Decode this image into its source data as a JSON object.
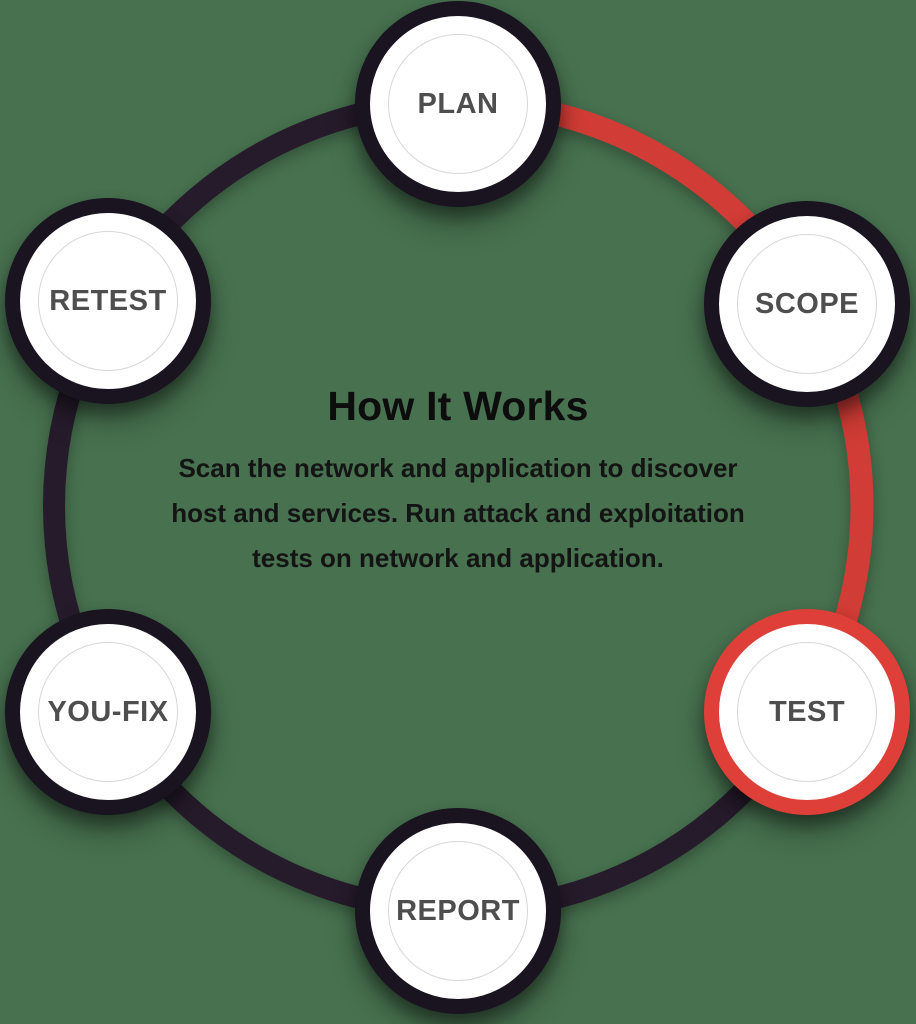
{
  "diagram": {
    "center_text": {
      "title": "How It Works",
      "description": "Scan the network and application to discover host and services. Run attack and exploitation tests on network and application."
    },
    "nodes": [
      {
        "label": "PLAN",
        "state": "default"
      },
      {
        "label": "SCOPE",
        "state": "default"
      },
      {
        "label": "TEST",
        "state": "active"
      },
      {
        "label": "REPORT",
        "state": "default"
      },
      {
        "label": "YOU-FIX",
        "state": "default"
      },
      {
        "label": "RETEST",
        "state": "default"
      }
    ],
    "colors": {
      "background": "#47714F",
      "ring_dark": "#261B2B",
      "ring_red": "#D13C36",
      "node_border_dark": "#1A1320",
      "node_border_active": "#DE4039",
      "node_fill": "#FFFFFF",
      "inner_circle": "#D8D8D8",
      "node_label": "#4E4E4E",
      "title_text": "#0D0D0D",
      "body_text": "#141414"
    }
  }
}
